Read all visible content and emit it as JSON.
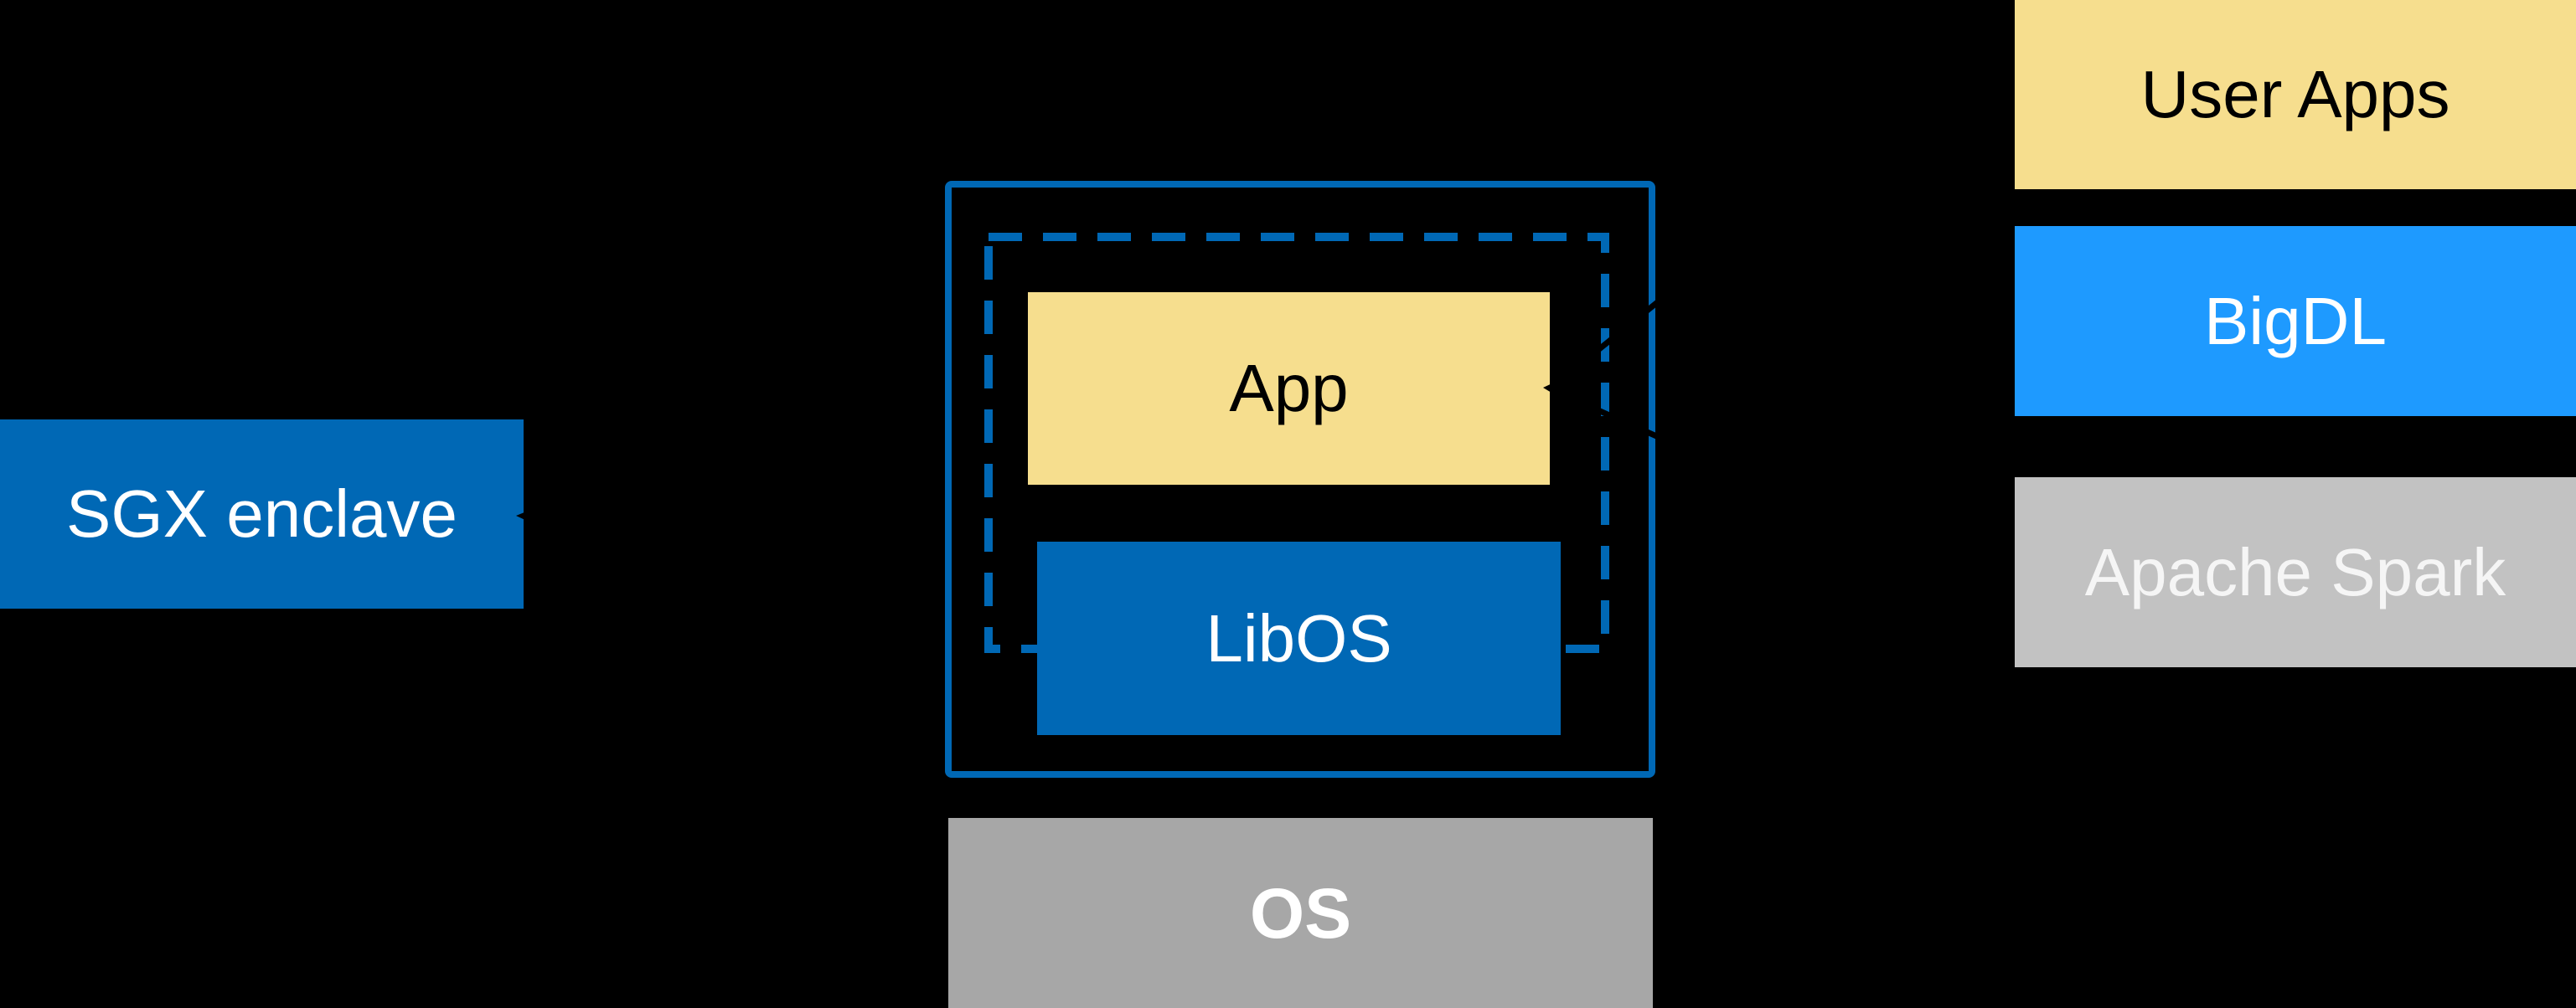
{
  "canvas": {
    "background_color": "#000000"
  },
  "colors": {
    "intel_blue": "#0068B5",
    "outline_blue": "#0068B5",
    "bright_blue": "#1E9AFF",
    "yellow": "#F6DE8E",
    "os_gray": "#A7A7A7",
    "spark_gray": "#C2C2C2",
    "arrow_black": "#000000",
    "text_white": "#FFFFFF",
    "text_black": "#000000"
  },
  "sgx_enclave": {
    "label": "SGX enclave"
  },
  "enclave": {
    "app": {
      "label": "App"
    },
    "libos": {
      "label": "LibOS"
    }
  },
  "os": {
    "label": "OS"
  },
  "right_stack": {
    "boxes": [
      {
        "label": "User Apps"
      },
      {
        "label": "BigDL"
      },
      {
        "label": "Apache Spark"
      }
    ]
  },
  "connectors": [
    {
      "name": "arrow-to-sgx-enclave",
      "target": "SGX enclave"
    },
    {
      "name": "forked-arrow-to-app",
      "target": "App"
    }
  ]
}
